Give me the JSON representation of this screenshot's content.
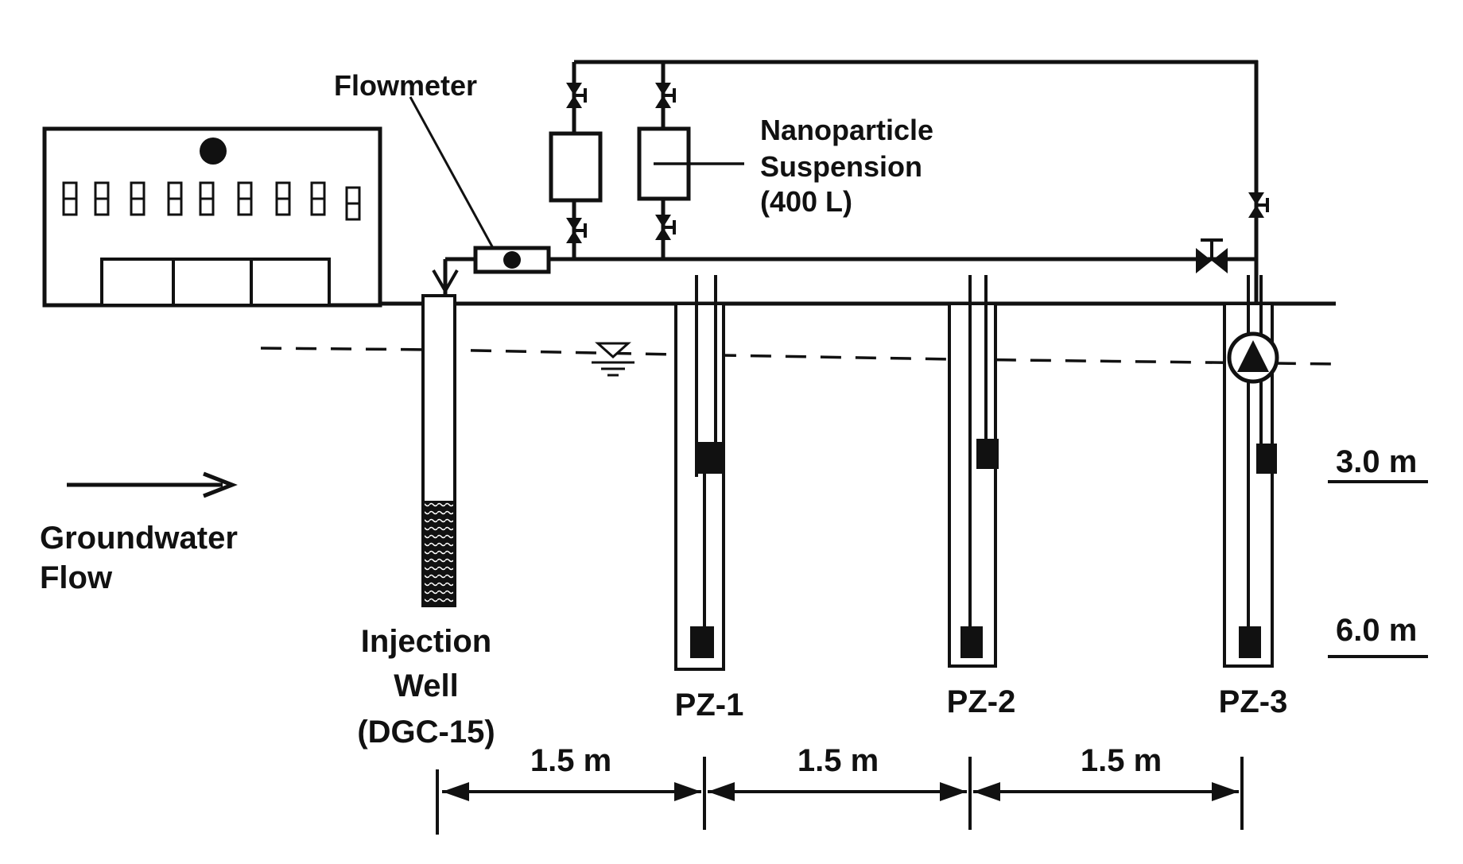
{
  "labels": {
    "flowmeter": "Flowmeter",
    "suspension_line1": "Nanoparticle",
    "suspension_line2": "Suspension",
    "suspension_line3": "(400 L)",
    "groundwater_line1": "Groundwater",
    "groundwater_line2": "Flow",
    "injection_line1": "Injection",
    "injection_line2": "Well",
    "injection_line3": "(DGC-15)",
    "pz1": "PZ-1",
    "pz2": "PZ-2",
    "pz3": "PZ-3",
    "depth_shallow": "3.0 m",
    "depth_deep": "6.0 m",
    "spacing_1": "1.5 m",
    "spacing_2": "1.5 m",
    "spacing_3": "1.5 m"
  },
  "colors": {
    "ink": "#111111",
    "background": "#ffffff"
  },
  "icons": [
    "building-icon",
    "flowmeter-icon",
    "valve-icon",
    "pump-icon",
    "water-table-icon",
    "arrow-right-icon"
  ]
}
